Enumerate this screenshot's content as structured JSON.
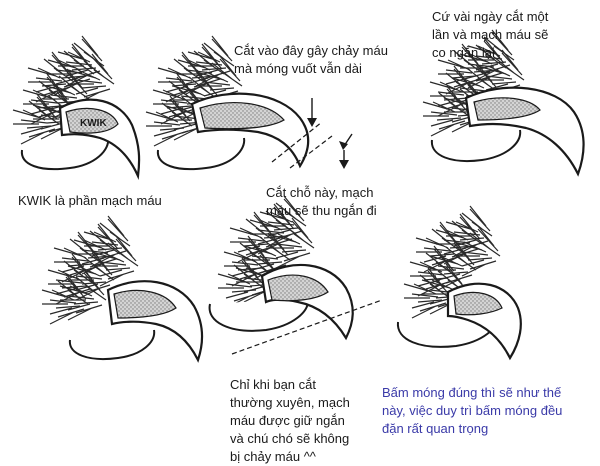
{
  "labels": {
    "kwik_tag": "KWIK",
    "cut_bleed": "Cắt vào đây gây chảy máu\nmà móng vuốt vẫn dài",
    "cut_every_days": "Cứ vài ngày cắt một\nlần và mạch máu sẽ\nco ngắn lại",
    "kwik_is_vessel": "KWIK là phần mạch máu",
    "cut_here_shrinks": "Cắt chỗ này, mạch\nmáu sẽ thu ngắn đi",
    "frequent_cut": "Chỉ khi bạn cắt\nthường xuyên, mạch\nmáu được giữ ngắn\nvà chú chó sẽ không\nbị chảy máu ^^",
    "proper_trim": "Bấm móng đúng thì sẽ như thế\nnày, việc duy trì bấm móng đều\nđặn rất quan trọng"
  },
  "colors": {
    "ink": "#1a1a1a",
    "caption_blue": "#3a3aa8",
    "quick_fill": "#c8c8c8",
    "nail_fill": "#ffffff"
  },
  "icons": {
    "cut_arrow": "arrow-down-icon"
  }
}
